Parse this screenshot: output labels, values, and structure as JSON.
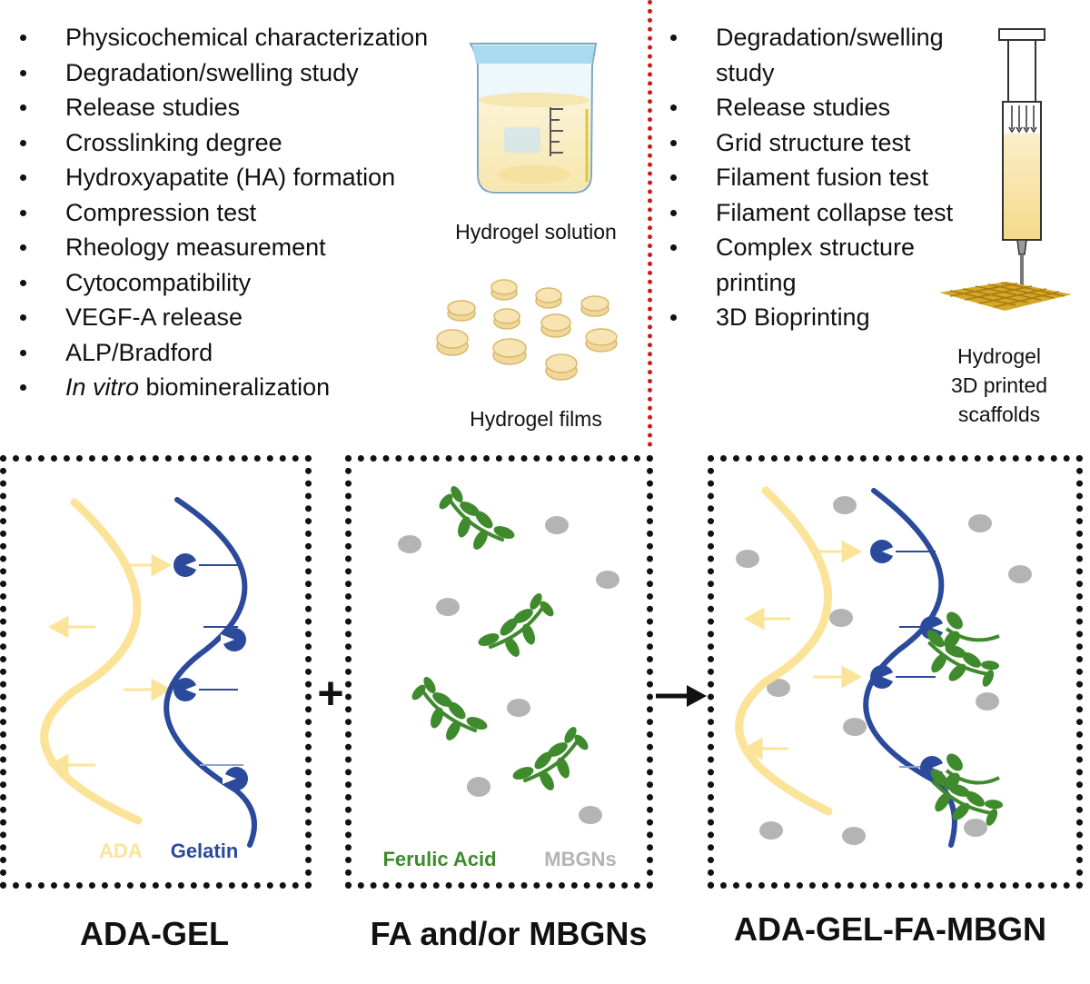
{
  "left_tests": [
    {
      "text": "Physicochemical characterization"
    },
    {
      "text": "Degradation/swelling study"
    },
    {
      "text": "Release studies"
    },
    {
      "text": "Crosslinking degree"
    },
    {
      "text": "Hydroxyapatite (HA) formation"
    },
    {
      "text": "Compression test"
    },
    {
      "text": "Rheology measurement"
    },
    {
      "text": "Cytocompatibility"
    },
    {
      "text": "VEGF-A release"
    },
    {
      "text": "ALP/Bradford"
    },
    {
      "italic": "In vitro",
      "text": " biomineralization"
    }
  ],
  "right_tests": [
    "Degradation/swelling study",
    "Release studies",
    "Grid structure test",
    "Filament fusion test",
    "Filament collapse test",
    "Complex structure printing",
    "3D Bioprinting"
  ],
  "captions": {
    "solution": "Hydrogel solution",
    "films": "Hydrogel films",
    "scaffolds_line1": "Hydrogel",
    "scaffolds_line2": "3D printed",
    "scaffolds_line3": "scaffolds"
  },
  "panels": {
    "ada_label": "ADA",
    "gelatin_label": "Gelatin",
    "fa_label": "Ferulic Acid",
    "mbgn_label": "MBGNs",
    "plus": "+"
  },
  "bottom": {
    "left": "ADA-GEL",
    "middle": "FA and/or MBGNs",
    "right": "ADA-GEL-FA-MBGN"
  },
  "colors": {
    "ada": "#fbe49a",
    "gelatin": "#2b4a9c",
    "ferulic": "#3f8a2c",
    "mbgn": "#b4b4b4",
    "divider": "#d01818"
  }
}
